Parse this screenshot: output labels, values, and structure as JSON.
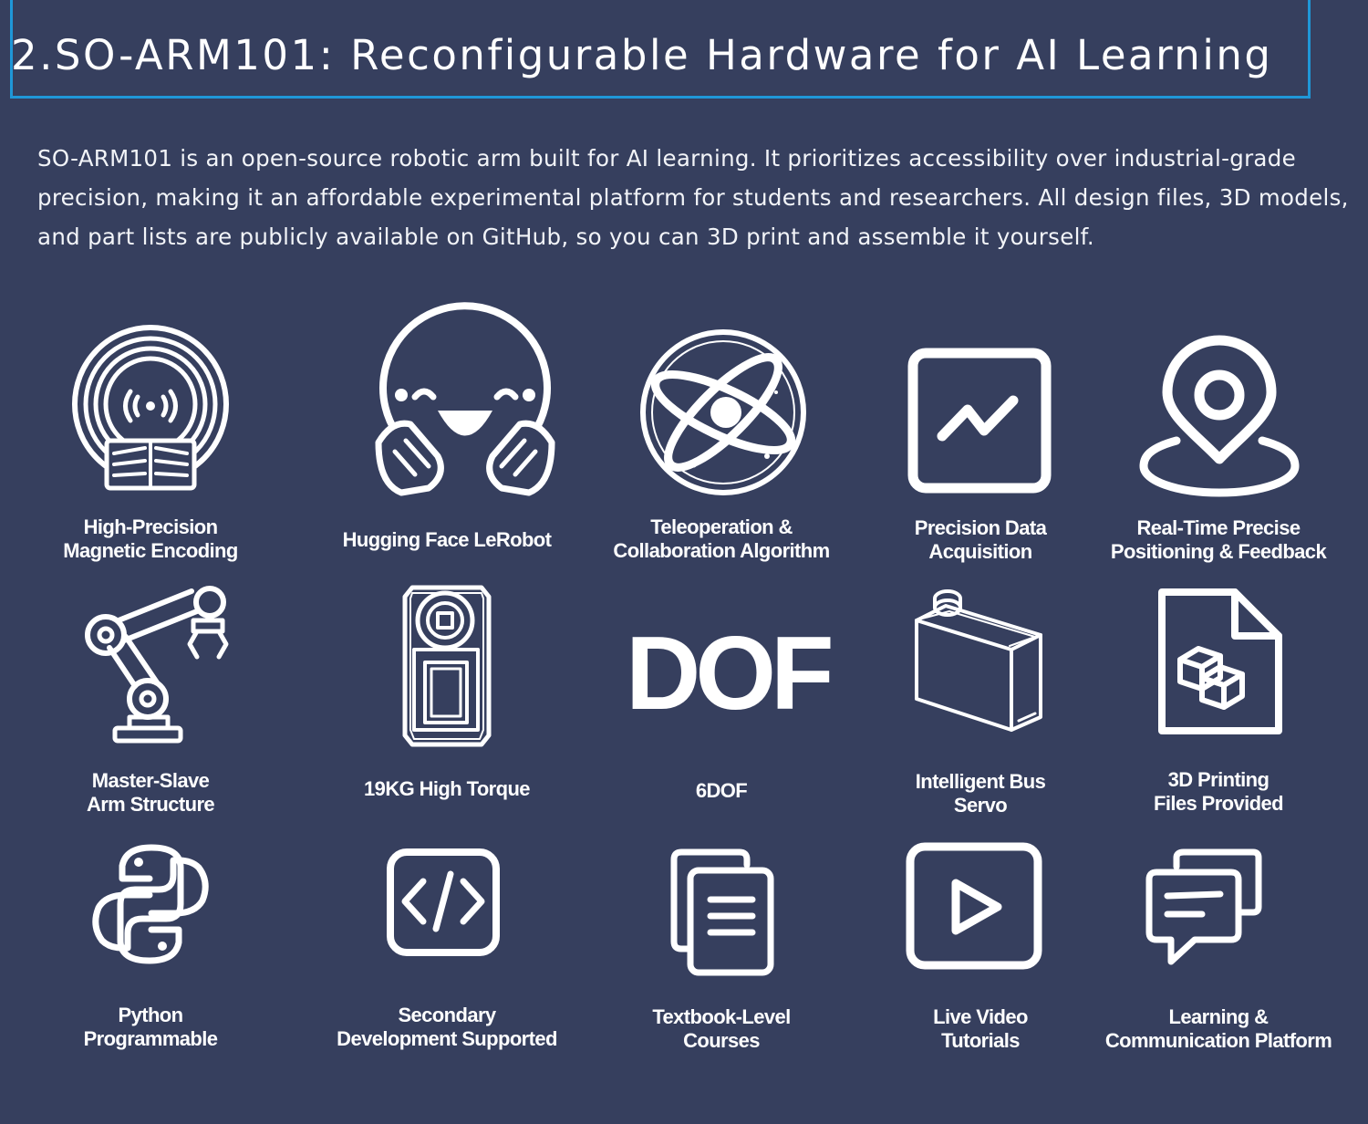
{
  "header": {
    "title": "2.SO-ARM101: Reconfigurable Hardware for AI Learning"
  },
  "intro": {
    "text": "SO-ARM101 is an open-source robotic arm built for AI learning. It prioritizes accessibility over industrial-grade precision, making it an affordable experimental platform for students and researchers. All design files, 3D models, and part lists are publicly available on GitHub, so you can 3D print and assemble it yourself."
  },
  "theme": {
    "background": "#363f5e",
    "title_border": "#1f97d8",
    "foreground": "#ffffff"
  },
  "features": [
    {
      "icon": "magnetic-encoder-icon",
      "label": "High-Precision\nMagnetic Encoding"
    },
    {
      "icon": "hugging-face-icon",
      "label": "Hugging Face LeRobot"
    },
    {
      "icon": "atom-orbit-icon",
      "label": "Teleoperation &\nCollaboration Algorithm"
    },
    {
      "icon": "chart-trend-icon",
      "label": "Precision Data\nAcquisition"
    },
    {
      "icon": "location-pin-icon",
      "label": "Real-Time Precise\nPositioning & Feedback"
    },
    {
      "icon": "robot-arm-icon",
      "label": "Master-Slave\nArm Structure"
    },
    {
      "icon": "servo-motor-icon",
      "label": "19KG High Torque"
    },
    {
      "icon": "dof-text-icon",
      "icon_text": "DOF",
      "label": "6DOF"
    },
    {
      "icon": "bus-servo-box-icon",
      "label": "Intelligent Bus\nServo"
    },
    {
      "icon": "3d-file-icon",
      "label": "3D Printing\nFiles Provided"
    },
    {
      "icon": "python-icon",
      "label": "Python\nProgrammable"
    },
    {
      "icon": "code-brackets-icon",
      "label": "Secondary\nDevelopment Supported"
    },
    {
      "icon": "documents-icon",
      "label": "Textbook-Level\nCourses"
    },
    {
      "icon": "video-play-icon",
      "label": "Live Video\nTutorials"
    },
    {
      "icon": "chat-bubbles-icon",
      "label": "Learning &\nCommunication Platform"
    }
  ]
}
